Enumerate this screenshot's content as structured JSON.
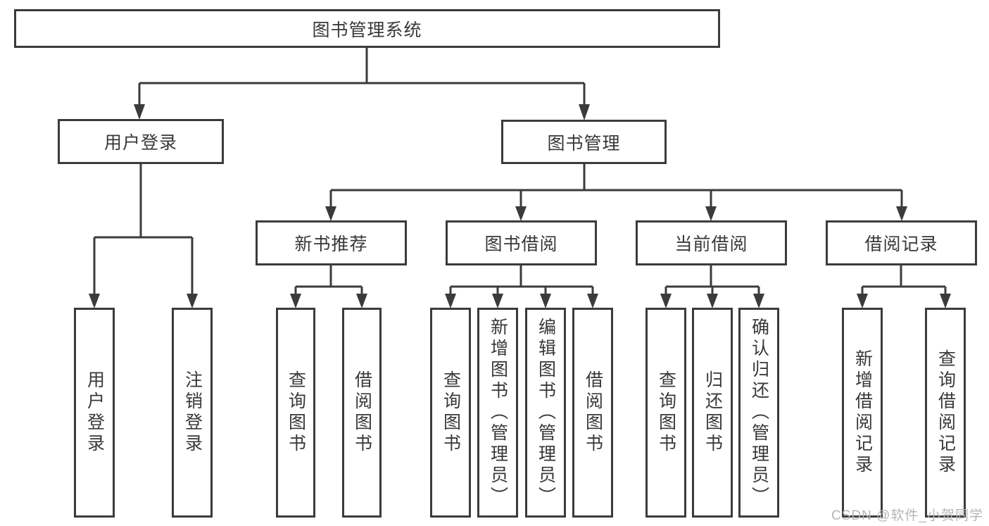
{
  "diagram": {
    "root": "图书管理系统",
    "level2": {
      "user_login": "用户登录",
      "book_mgmt": "图书管理"
    },
    "level3": {
      "new_books": "新书推荐",
      "book_borrow": "图书借阅",
      "current_borrow": "当前借阅",
      "borrow_records": "借阅记录"
    },
    "leaves": {
      "user_login": [
        "用户登录",
        "注销登录"
      ],
      "new_books": [
        "查询图书",
        "借阅图书"
      ],
      "book_borrow": [
        "查询图书",
        "新增图书（管理员）",
        "编辑图书（管理员）",
        "借阅图书"
      ],
      "current_borrow": [
        "查询图书",
        "归还图书",
        "确认归还（管理员）"
      ],
      "borrow_records": [
        "新增借阅记录",
        "查询借阅记录"
      ]
    }
  },
  "watermark": "CSDN @软件_小贺同学",
  "colors": {
    "line": "#3b3b3b",
    "text": "#383838",
    "watermark": "#b5b5b5",
    "background": "#ffffff"
  }
}
